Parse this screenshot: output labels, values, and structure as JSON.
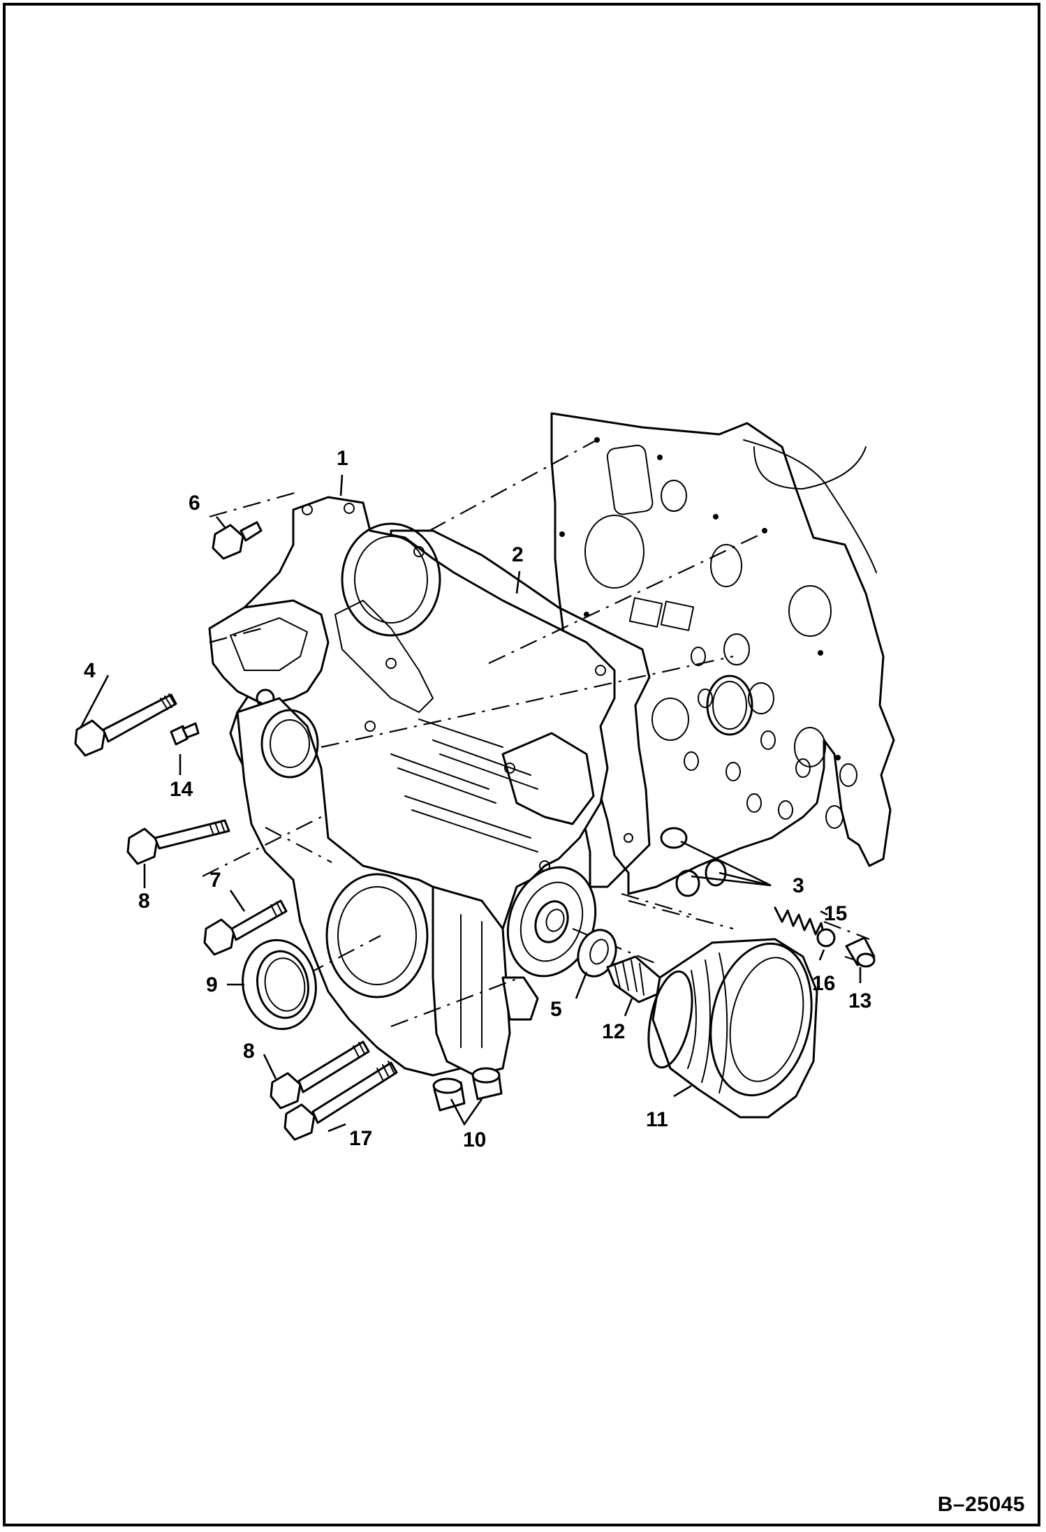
{
  "figure_id": "B–25045",
  "callouts": {
    "c1": "1",
    "c2": "2",
    "c3": "3",
    "c4": "4",
    "c5": "5",
    "c6": "6",
    "c7": "7",
    "c8a": "8",
    "c8b": "8",
    "c9": "9",
    "c10": "10",
    "c11": "11",
    "c12": "12",
    "c13": "13",
    "c14": "14",
    "c15": "15",
    "c16": "16",
    "c17": "17"
  }
}
